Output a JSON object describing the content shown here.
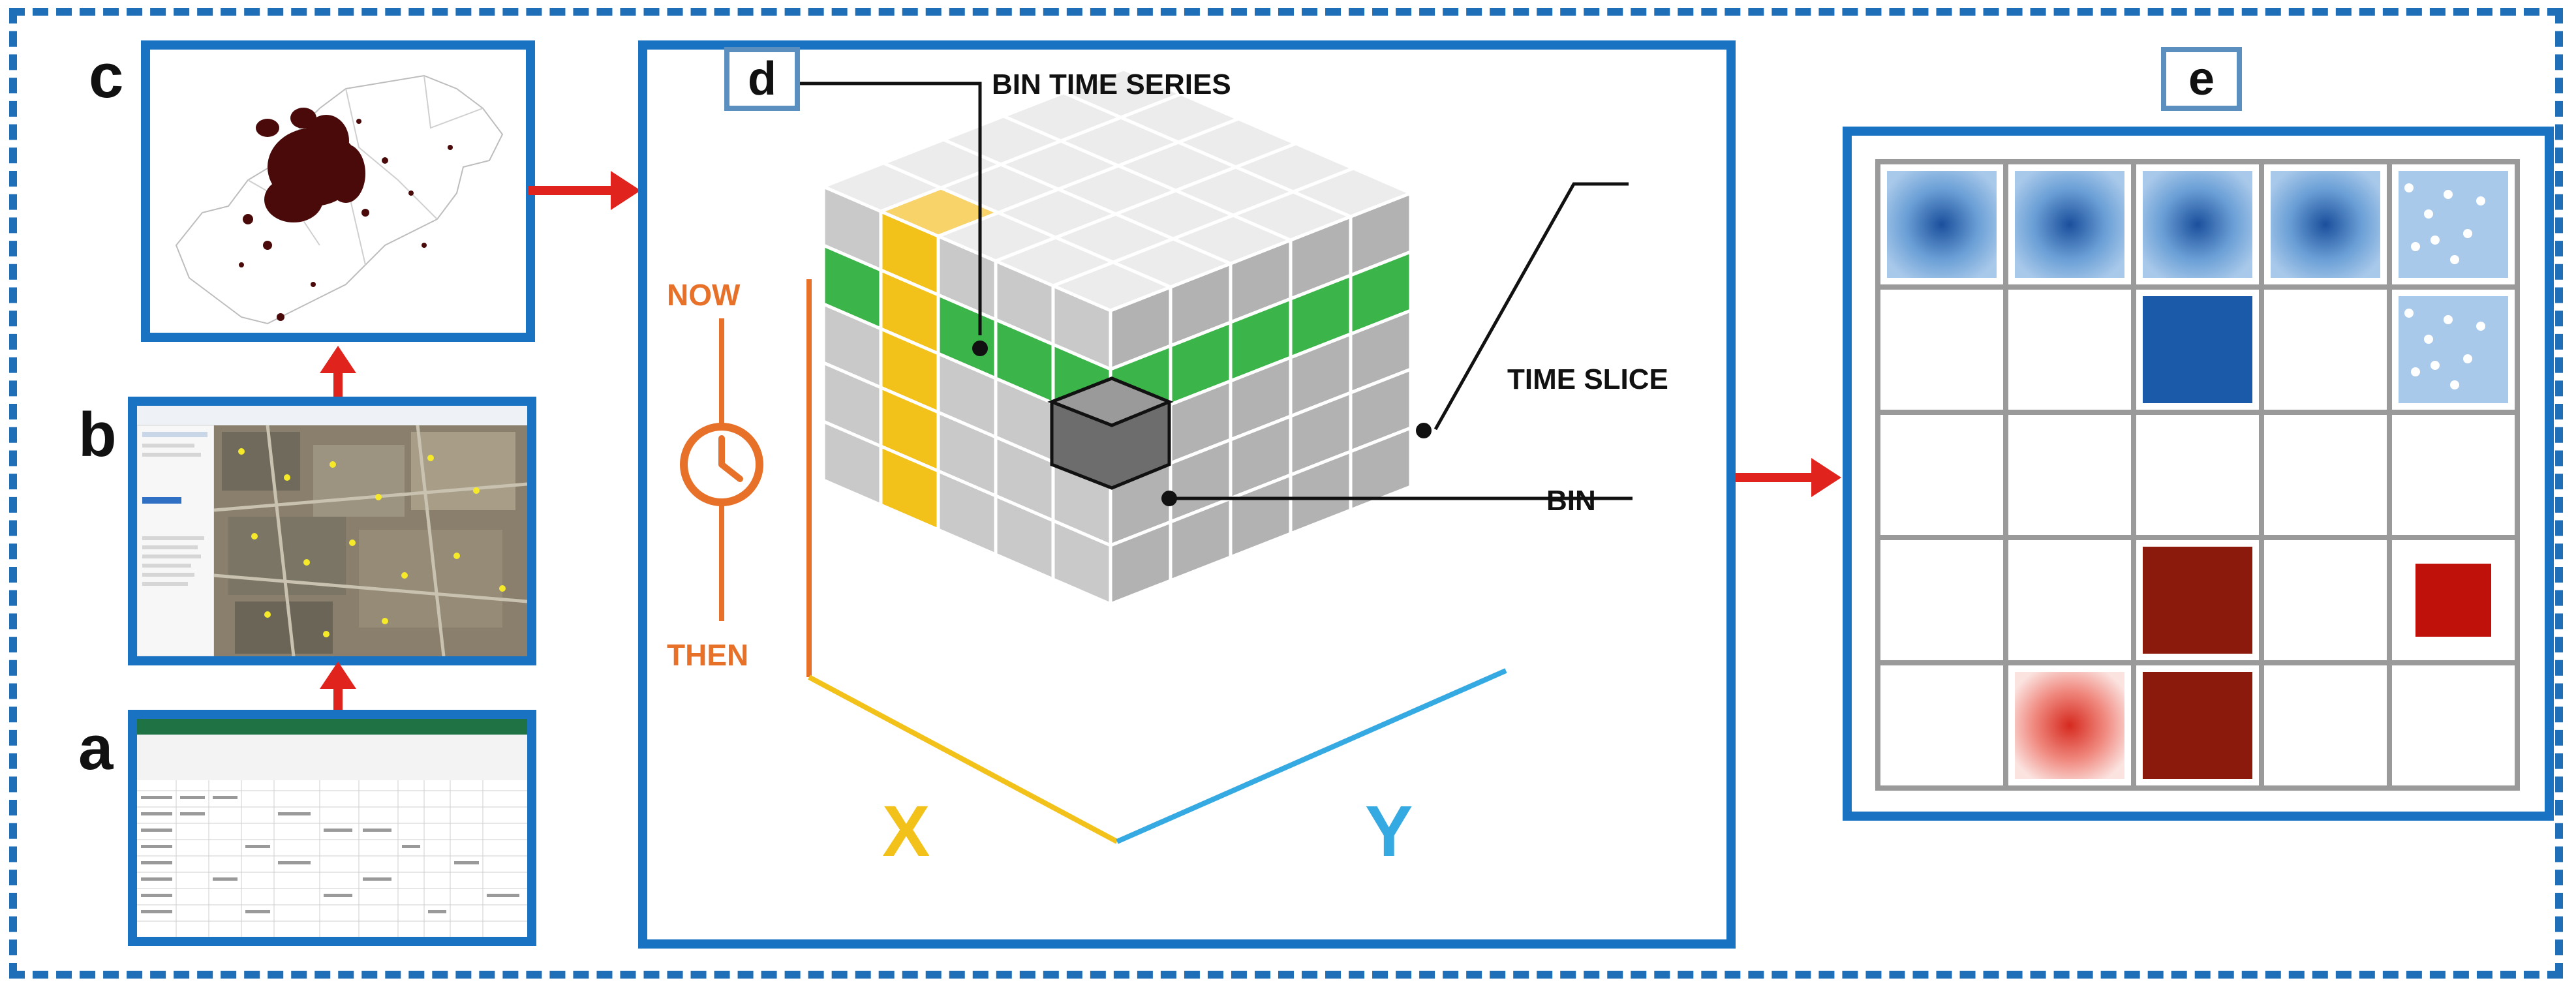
{
  "panels": {
    "a": {
      "letter": "a"
    },
    "b": {
      "letter": "b"
    },
    "c": {
      "letter": "c"
    },
    "d": {
      "letter": "d"
    },
    "e": {
      "letter": "e"
    }
  },
  "cube": {
    "bin_time_series": "BIN TIME SERIES",
    "time_slice": "TIME SLICE",
    "bin": "BIN",
    "now": "NOW",
    "then": "THEN",
    "x_axis": "X",
    "y_axis": "Y"
  },
  "colors": {
    "frame_blue": "#1a73c2",
    "arrow_red": "#e0231d",
    "time_orange": "#e8712a",
    "x_yellow": "#f2c21b",
    "y_blue": "#35a9e1",
    "slice_green": "#3bb44a",
    "hot_red": "#8b1a0d",
    "cold_blue": "#1b5aa8"
  },
  "grid_e": {
    "rows": [
      [
        "cold-faded",
        "cold-faded",
        "cold-faded",
        "cold-faded",
        "cold-speckled"
      ],
      [
        "empty",
        "empty",
        "cold-solid",
        "empty",
        "cold-speckled"
      ],
      [
        "empty",
        "empty",
        "empty",
        "empty",
        "empty"
      ],
      [
        "empty",
        "empty",
        "hot-solid",
        "empty",
        "hot-small"
      ],
      [
        "empty",
        "hot-faded",
        "hot-solid",
        "empty",
        "empty"
      ]
    ]
  }
}
